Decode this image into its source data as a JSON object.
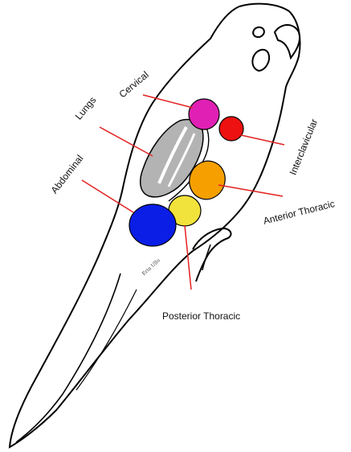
{
  "labels": {
    "cervical": "Cervical",
    "lungs": "Lungs",
    "abdominal": "Abdominal",
    "interclavicular": "Interclavicular",
    "anterior_thoracic": "Anterior  Thoracic",
    "posterior_thoracic": "Posterior  Thoracic"
  },
  "signature": "Erin Ullo",
  "colors": {
    "cervical": "#e020b4",
    "interclavicular": "#ee1111",
    "anterior_thoracic": "#f5a000",
    "posterior_thoracic": "#f2e23c",
    "abdominal": "#0a1ee6",
    "lungs": "#b3b3b3",
    "leader_line": "#e22222",
    "outline": "#000000"
  }
}
